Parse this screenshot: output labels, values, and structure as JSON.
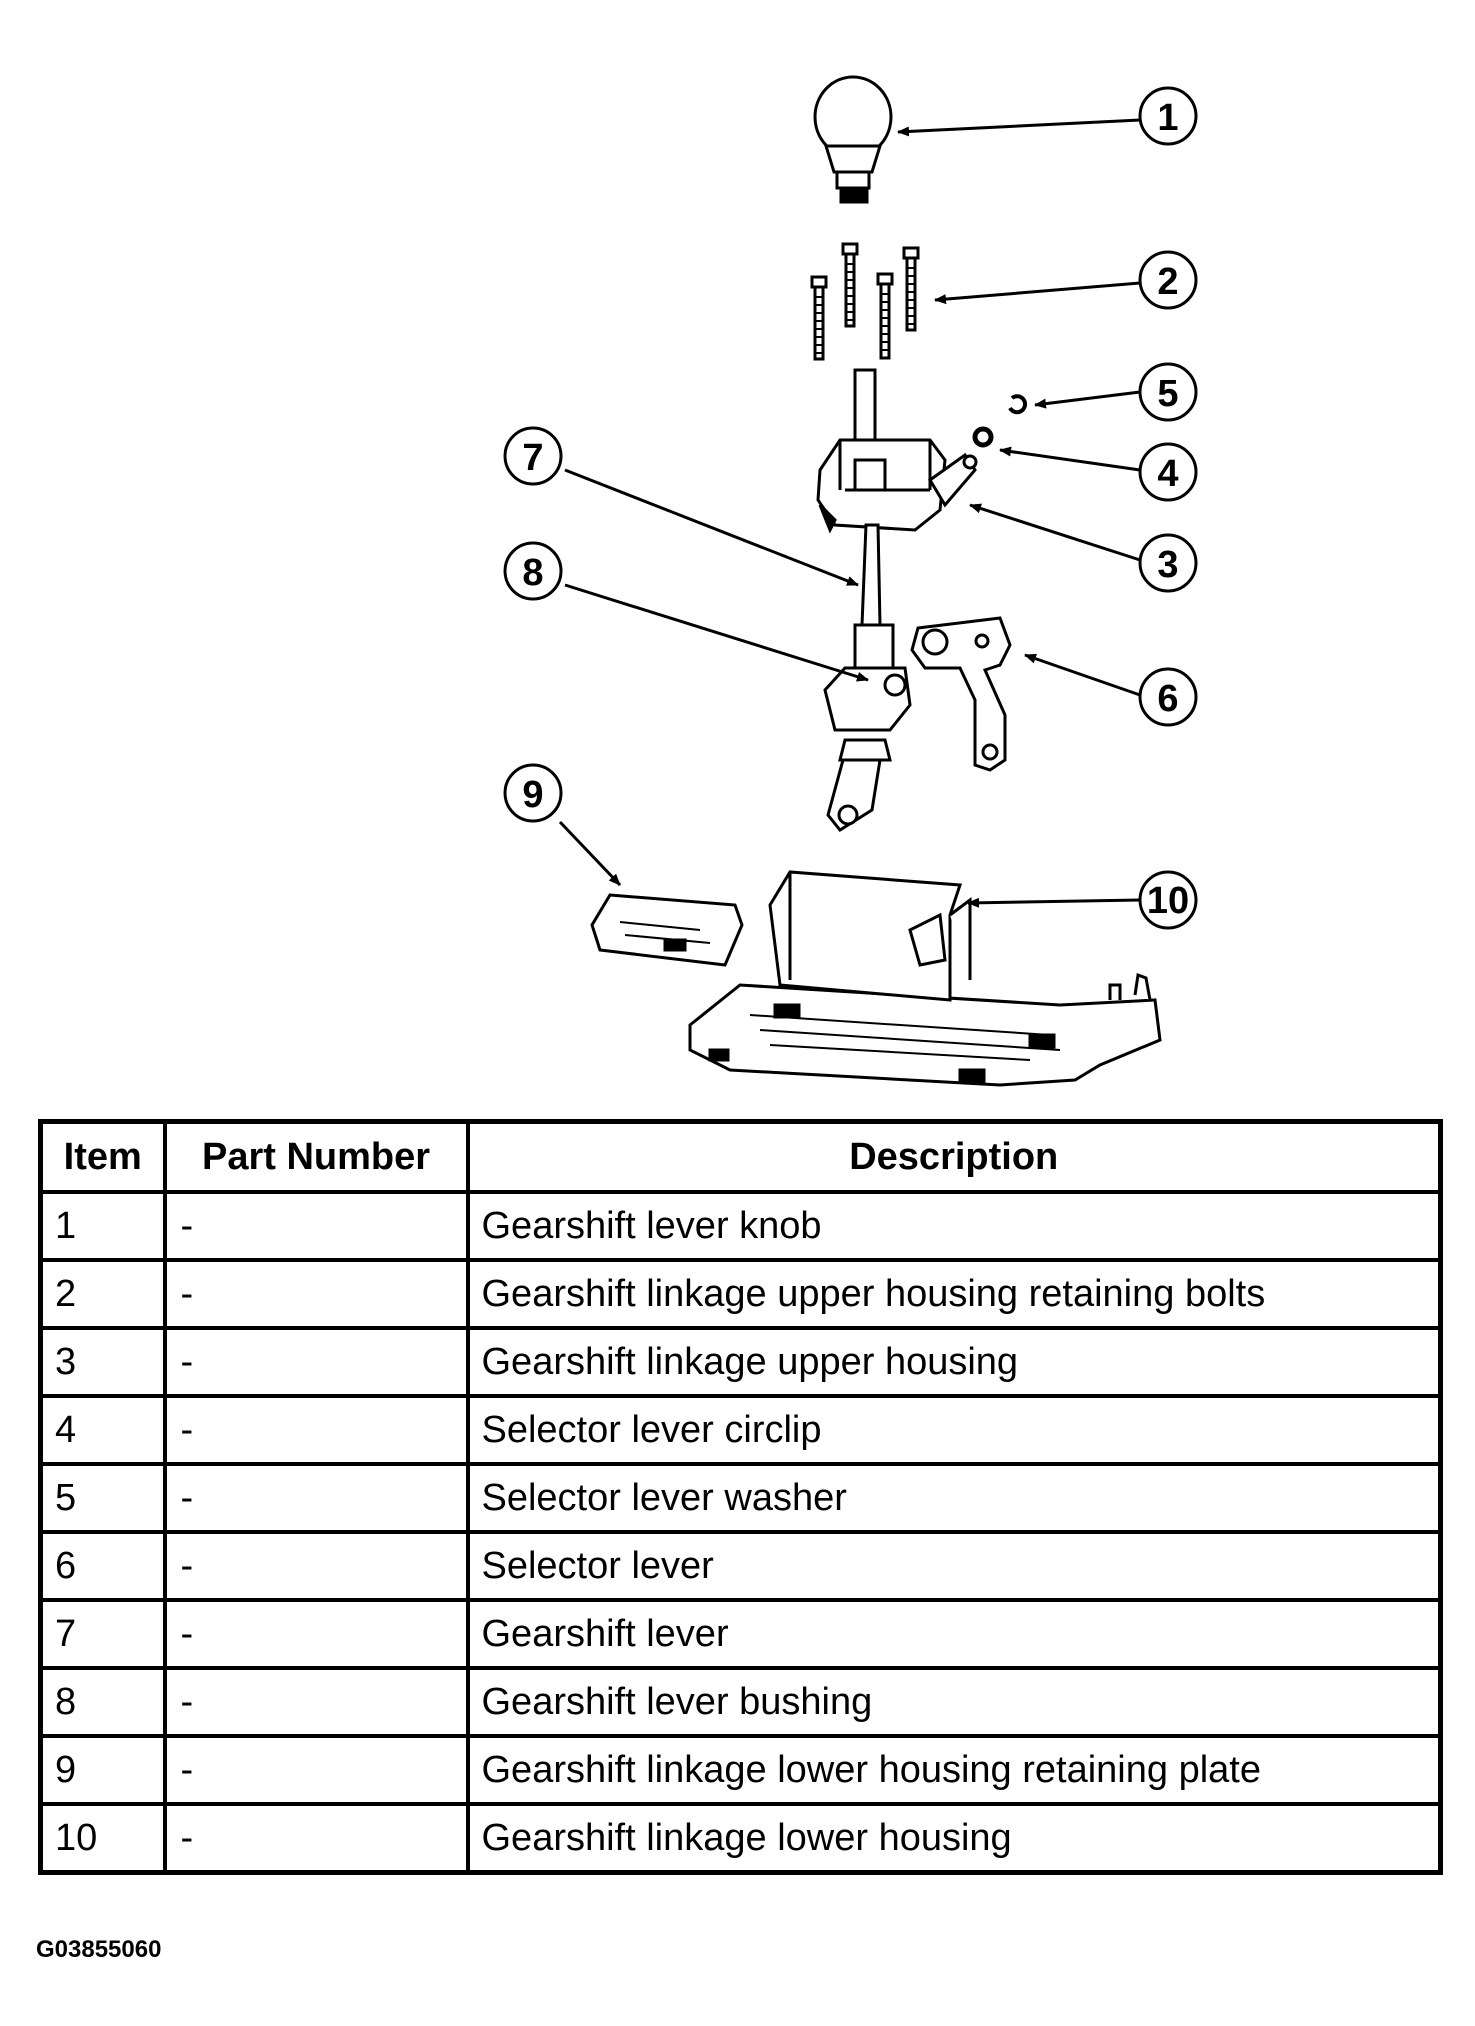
{
  "callouts": [
    "1",
    "2",
    "3",
    "4",
    "5",
    "6",
    "7",
    "8",
    "9",
    "10"
  ],
  "table": {
    "headers": {
      "item": "Item",
      "part_number": "Part Number",
      "description": "Description"
    },
    "rows": [
      {
        "item": "1",
        "part_number": "-",
        "description": "Gearshift lever knob"
      },
      {
        "item": "2",
        "part_number": "-",
        "description": "Gearshift linkage upper housing retaining bolts"
      },
      {
        "item": "3",
        "part_number": "-",
        "description": "Gearshift linkage upper housing"
      },
      {
        "item": "4",
        "part_number": "-",
        "description": "Selector lever circlip"
      },
      {
        "item": "5",
        "part_number": "-",
        "description": "Selector lever washer"
      },
      {
        "item": "6",
        "part_number": "-",
        "description": "Selector lever"
      },
      {
        "item": "7",
        "part_number": "-",
        "description": "Gearshift lever"
      },
      {
        "item": "8",
        "part_number": "-",
        "description": "Gearshift lever bushing"
      },
      {
        "item": "9",
        "part_number": "-",
        "description": "Gearshift linkage lower housing retaining plate"
      },
      {
        "item": "10",
        "part_number": "-",
        "description": "Gearshift linkage lower housing"
      }
    ]
  },
  "figure_code": "G03855060"
}
